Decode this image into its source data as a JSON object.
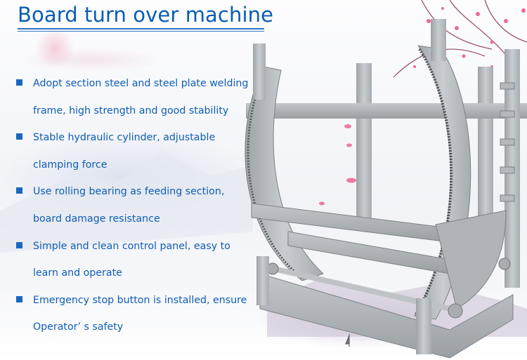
{
  "page": {
    "title": "Board turn over machine",
    "accent_color": "#0b5cb3"
  },
  "features": [
    {
      "line1": "Adopt section steel and steel plate welding",
      "line2": "frame, high strength and good stability"
    },
    {
      "line1": "Stable hydraulic cylinder, adjustable",
      "line2": "clamping force"
    },
    {
      "line1": "Use rolling bearing as feeding section,",
      "line2": "board damage resistance"
    },
    {
      "line1": "Simple and clean control panel, easy to",
      "line2": "learn and operate"
    },
    {
      "line1": "Emergency stop button is installed, ensure",
      "line2": "Operator’ s safety"
    }
  ],
  "illustration": {
    "subject": "board-turn-over-machine",
    "decorations": [
      "cherry-blossom-branch",
      "falling-petals",
      "ink-mountains",
      "sailboat"
    ]
  }
}
